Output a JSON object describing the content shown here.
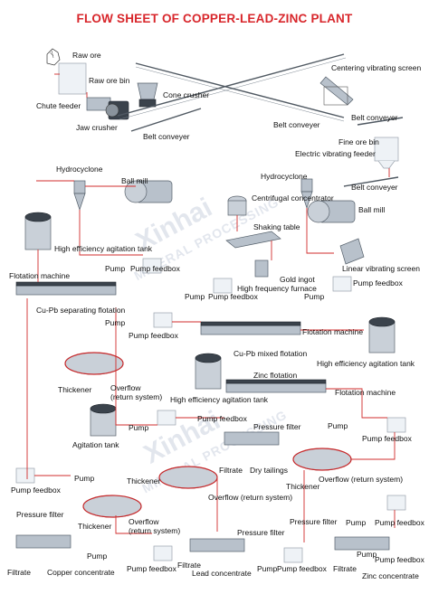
{
  "title": "FLOW SHEET OF COPPER-LEAD-ZINC PLANT",
  "watermark": {
    "brand": "Xinhai",
    "tagline": "MINERAL PROCESSING"
  },
  "colors": {
    "title": "#d8262b",
    "flow_line": "#d12c2c",
    "equipment": "#b8c1cb",
    "accent_red": "#c8282a"
  },
  "labels": {
    "raw_ore": "Raw ore",
    "raw_ore_bin": "Raw ore bin",
    "chute_feeder": "Chute feeder",
    "cone_crusher": "Cone crusher",
    "jaw_crusher": "Jaw crusher",
    "belt_conveyer_1": "Belt conveyer",
    "belt_conveyer_2": "Belt conveyer",
    "centering_vibrating_screen": "Centering vibrating screen",
    "belt_conveyer_3": "Belt conveyer",
    "fine_ore_bin": "Fine ore bin",
    "electric_vibrating_feeder": "Electric vibrating feeder",
    "belt_conveyer_4": "Belt conveyer",
    "hydrocyclone_left": "Hydrocyclone",
    "ball_mill_left": "Ball mill",
    "hydrocyclone_right": "Hydrocyclone",
    "centrifugal_concentrator": "Centrifugal concentrator",
    "ball_mill_right": "Ball mill",
    "shaking_table": "Shaking table",
    "high_efficiency_agitation_tank_1": "High efficiency agitation tank",
    "pump_1": "Pump",
    "pump_feedbox_1": "Pump feedbox",
    "linear_vibrating_screen": "Linear vibrating screen",
    "flotation_machine_1": "Flotation machine",
    "gold_ingot": "Gold ingot",
    "high_frequency_furnace": "High frequency furnace",
    "pump_2": "Pump",
    "pump_feedbox_2": "Pump feedbox",
    "pump_3": "Pump",
    "pump_feedbox_3": "Pump feedbox",
    "cu_pb_separating_flotation": "Cu-Pb separating flotation",
    "pump_4": "Pump",
    "pump_feedbox_4": "Pump feedbox",
    "flotation_machine_2": "Flotation machine",
    "cu_pb_mixed_flotation": "Cu-Pb mixed flotation",
    "high_efficiency_agitation_tank_2": "High efficiency agitation tank",
    "thickener_1": "Thickener",
    "overflow_1": "Overflow",
    "return_system_1": "(return system)",
    "zinc_flotation": "Zinc flotation",
    "flotation_machine_3": "Flotation machine",
    "high_efficiency_agitation_tank_3": "High efficiency agitation tank",
    "pump_feedbox_5": "Pump feedbox",
    "pump_5": "Pump",
    "pressure_filter_1": "Pressure filter",
    "pump_6": "Pump",
    "pump_feedbox_6": "Pump feedbox",
    "agitation_tank": "Agitation tank",
    "filtrate_1": "Filtrate",
    "dry_tailings": "Dry tailings",
    "thickener_2": "Thickener",
    "overflow_2": "Overflow (return system)",
    "pump_feedbox_7": "Pump feedbox",
    "pump_7": "Pump",
    "thickener_3": "Thickener",
    "overflow_3": "Overflow (return system)",
    "thickener_4": "Thickener",
    "overflow_4": "Overflow",
    "return_system_4": "(return system)",
    "pressure_filter_2": "Pressure filter",
    "pump_8": "Pump",
    "pump_feedbox_8": "Pump feedbox",
    "pressure_filter_3": "Pressure filter",
    "pressure_filter_4": "Pressure filter",
    "pump_9": "Pump",
    "pump_feedbox_9": "Pump feedbox",
    "pump_10": "Pump",
    "pump_feedbox_10": "Pump feedbox",
    "pump_11": "Pump",
    "pump_feedbox_11": "Pump feedbox",
    "filtrate_2": "Filtrate",
    "copper_concentrate": "Copper concentrate",
    "filtrate_3": "Filtrate",
    "lead_concentrate": "Lead concentrate",
    "filtrate_4": "Filtrate",
    "zinc_concentrate": "Zinc concentrate"
  }
}
